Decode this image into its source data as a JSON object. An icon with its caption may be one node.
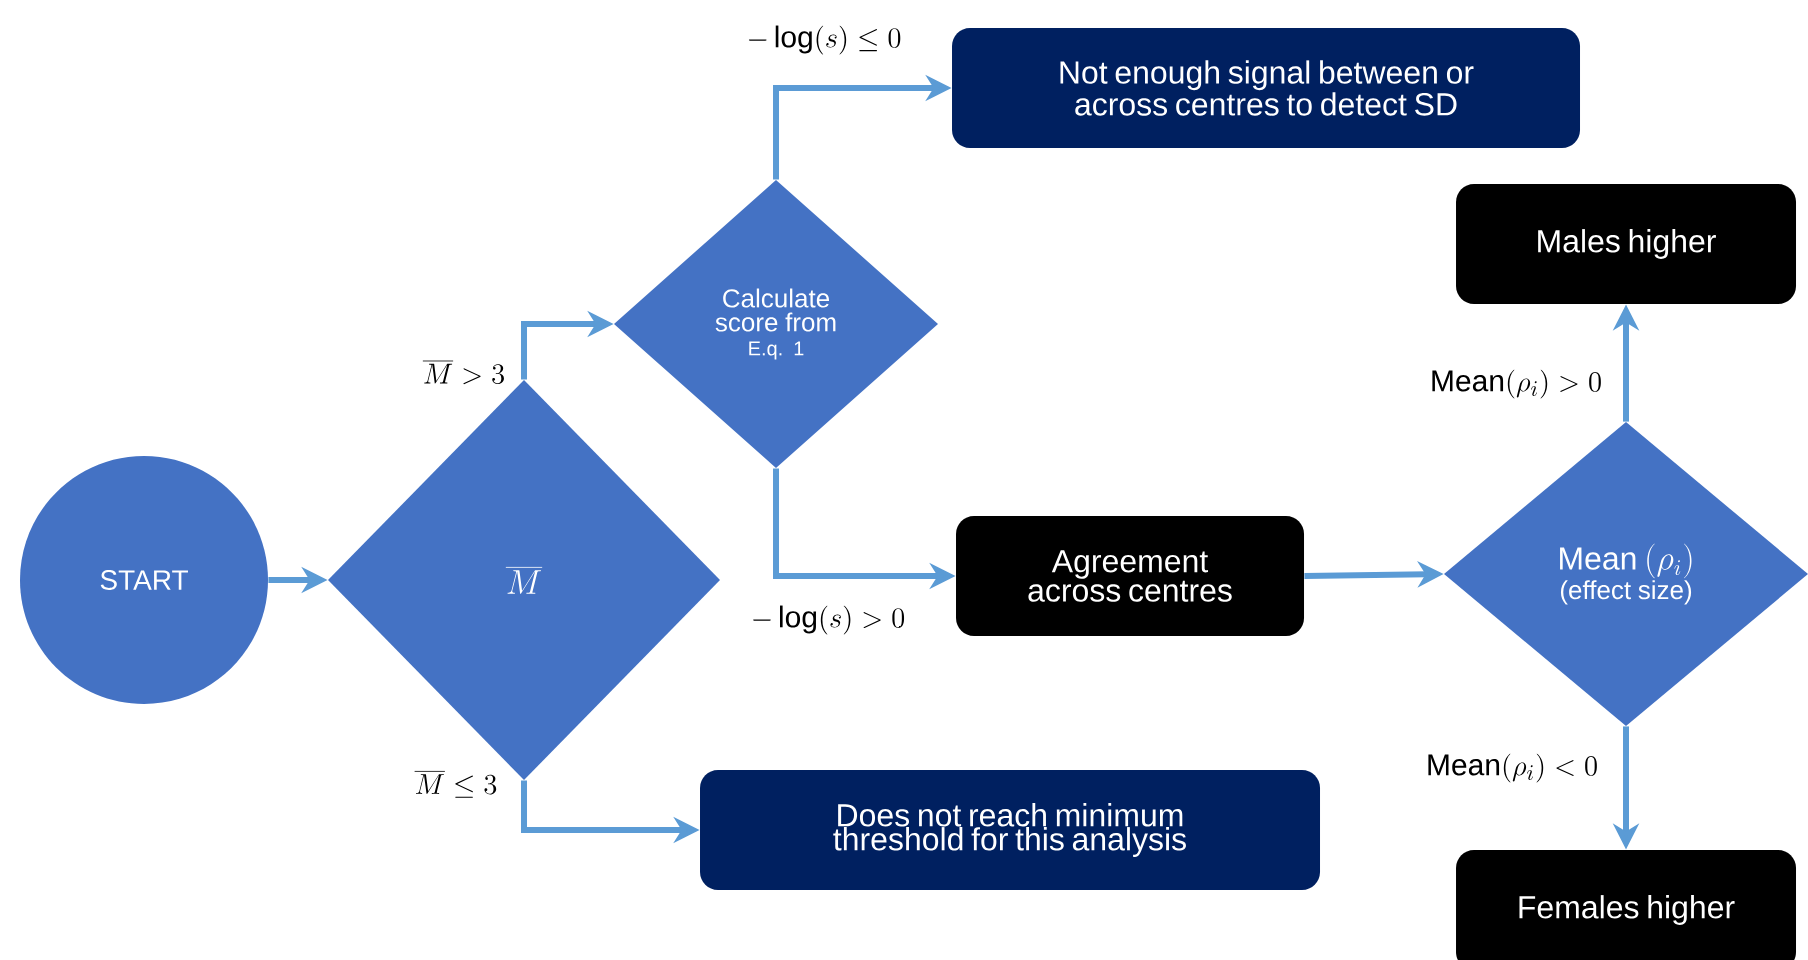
{
  "diagram": {
    "nodes": [
      {
        "text": [
          "START"
        ]
      },
      {
        "text": [
          "\\overline{M}"
        ]
      },
      {
        "text": [
          "Calculate score from",
          "E.q. 1"
        ]
      },
      {
        "text": [
          "Not enough signal between or across centres to detect SD"
        ]
      },
      {
        "text": [
          "Agreement across centres"
        ]
      },
      {
        "text": [
          "\\mathrm{Mean}\\ (\\rho_i)",
          "(effect size)"
        ]
      },
      {
        "text": [
          "Males higher"
        ]
      },
      {
        "text": [
          "Females higher"
        ]
      },
      {
        "text": [
          "Does not reach minimum threshold for this analysis"
        ]
      }
    ],
    "edges": [
      {
        "from": 0,
        "to": 1,
        "arrow": "to"
      },
      {
        "from": 1,
        "to": 2,
        "arrow": "to",
        "label": "\\overline{M} > 3"
      },
      {
        "from": 1,
        "to": 8,
        "arrow": "to",
        "label": "\\overline{M} \\leq 3"
      },
      {
        "from": 2,
        "to": 3,
        "arrow": "to",
        "label": "-\\log(s) \\leq 0"
      },
      {
        "from": 2,
        "to": 4,
        "arrow": "to",
        "label": "-\\log(s) > 0"
      },
      {
        "from": 4,
        "to": 5,
        "arrow": "to"
      },
      {
        "from": 5,
        "to": 6,
        "arrow": "to",
        "label": "\\mathrm{Mean}(\\rho_i) > 0"
      },
      {
        "from": 5,
        "to": 7,
        "arrow": "to",
        "label": "\\mathrm{Mean}(\\rho_i) < 0"
      }
    ]
  }
}
